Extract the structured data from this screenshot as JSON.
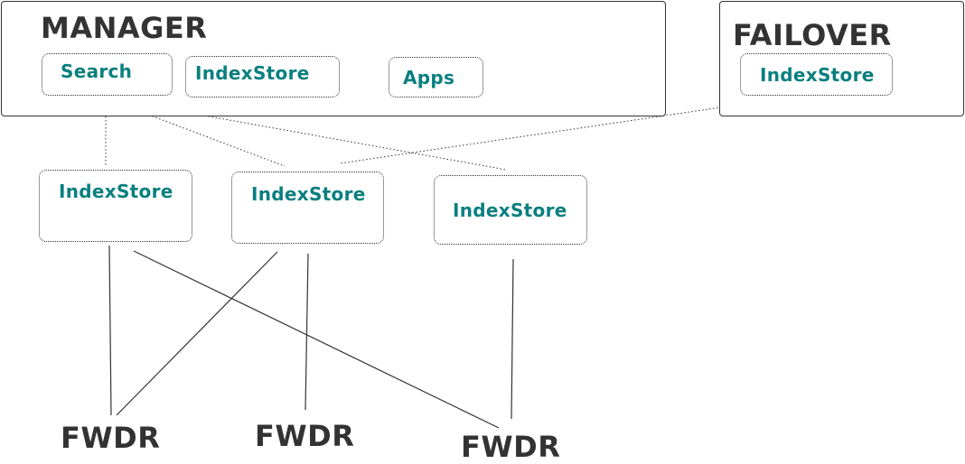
{
  "colors": {
    "label_teal": "#0a7f7f",
    "title_dark": "#333333",
    "line": "#333333"
  },
  "manager": {
    "title": "MANAGER",
    "nodes": {
      "search": "Search",
      "indexstore": "IndexStore",
      "apps": "Apps"
    }
  },
  "failover": {
    "title": "FAILOVER",
    "nodes": {
      "indexstore": "IndexStore"
    }
  },
  "indexstores": [
    {
      "label": "IndexStore"
    },
    {
      "label": "IndexStore"
    },
    {
      "label": "IndexStore"
    }
  ],
  "forwarders": [
    {
      "label": "FWDR"
    },
    {
      "label": "FWDR"
    },
    {
      "label": "FWDR"
    }
  ]
}
